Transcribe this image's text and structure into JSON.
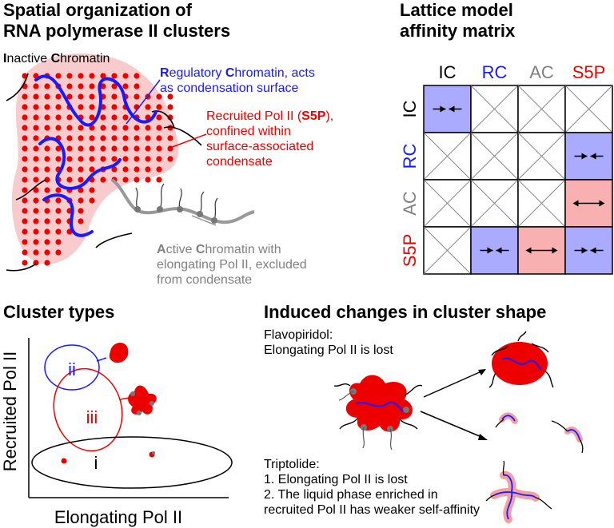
{
  "panel_a": {
    "title_line1": "Spatial organization of",
    "title_line2": "RNA polymerase II clusters",
    "ic_b1": "I",
    "ic_r1": "nactive ",
    "ic_b2": "C",
    "ic_r2": "hromatin",
    "rc_b1": "R",
    "rc_r1": "egulatory ",
    "rc_b2": "C",
    "rc_r2": "hromatin, acts",
    "rc_line2": "as condensation surface",
    "s5p_pre": "Recruited Pol II (",
    "s5p_bold": "S5P",
    "s5p_post": "),",
    "s5p_line2": "confined within",
    "s5p_line3": "surface-associated",
    "s5p_line4": "condensate",
    "ac_b1": "A",
    "ac_r1": "ctive ",
    "ac_b2": "C",
    "ac_r2": "hromatin with",
    "ac_line2": "elongating Pol II, excluded",
    "ac_line3": "from condensate"
  },
  "panel_b": {
    "title_line1": "Lattice model",
    "title_line2": "affinity matrix",
    "labels": [
      "IC",
      "RC",
      "AC",
      "S5P"
    ],
    "label_colors": [
      "#000000",
      "#1a1aff",
      "#808080",
      "#ee0000"
    ],
    "attract_color": "#aaaaff",
    "repel_color": "#f8b0b0"
  },
  "panel_c": {
    "title": "Cluster types",
    "ylabel": "Recruited Pol II",
    "xlabel": "Elongating Pol II",
    "type_ii": "ii",
    "type_iii": "iii",
    "type_i": "i"
  },
  "panel_d": {
    "title": "Induced changes in cluster shape",
    "flavo_line1": "Flavopiridol:",
    "flavo_line2": "Elongating Pol II is lost",
    "trip_line1": "Triptolide:",
    "trip_line2": "1. Elongating Pol II is lost",
    "trip_line3": "2. The liquid phase enriched in",
    "trip_line4": "recruited Pol II has weaker self-affinity"
  }
}
